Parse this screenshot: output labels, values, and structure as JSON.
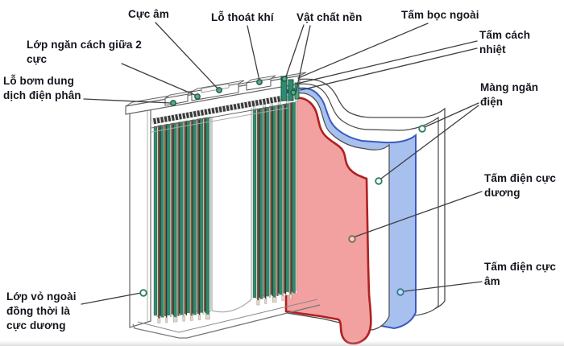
{
  "figure": {
    "colors": {
      "positive_electrode_sheet": "#F2A0A0",
      "positive_electrode_edge": "#B02020",
      "negative_electrode_sheet": "#A8C0EE",
      "negative_electrode_edge": "#3A5ABF",
      "electrode_stack_green": "#2E8B6E",
      "electrode_stack_brown": "#7A4A2E",
      "marker_green": "#2E7D5F",
      "outline_grey": "#555555",
      "label_text": "#15151E"
    }
  },
  "labels": {
    "cuc_am": {
      "text": "Cực âm"
    },
    "lo_thoat_khi": {
      "text": "Lỗ thoát khí"
    },
    "vat_chat_nen": {
      "text": "Vật chất nền"
    },
    "tam_boc_ngoai": {
      "text": "Tấm bọc ngoài"
    },
    "tam_cach_nhiet": {
      "line1": "Tấm cách",
      "line2": "nhiệt"
    },
    "mang_ngan_dien": {
      "line1": "Màng ngăn",
      "line2": "điện"
    },
    "tam_dien_cuc_duong": {
      "line1": "Tấm điện cực",
      "line2": "dương"
    },
    "tam_dien_cuc_am": {
      "line1": "Tấm điện cực",
      "line2": "âm"
    },
    "lop_ngan_cach_giua_2_cuc": {
      "line1": "Lớp ngăn cách giữa 2",
      "line2": "cực"
    },
    "lo_bom_dung_dich_dien_phan": {
      "line1": "Lỗ bơm dung",
      "line2": "dịch điện phân"
    },
    "lop_vo_ngoai": {
      "line1": "Lớp vỏ ngoài",
      "line2": "đồng thời là",
      "line3": "cực dương"
    }
  }
}
